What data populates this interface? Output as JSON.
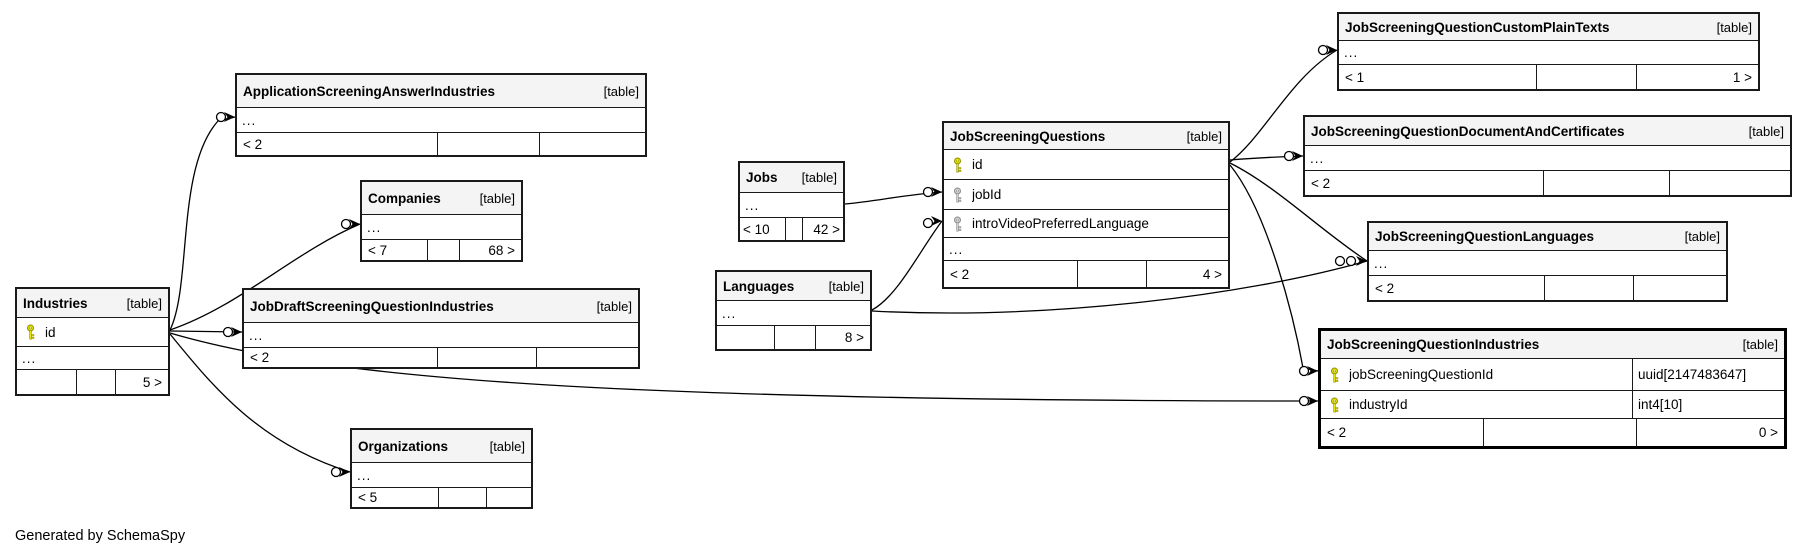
{
  "footer_note": "Generated by SchemaSpy",
  "colors": {
    "primary_key": "#e8e400",
    "primary_key_stroke": "#8f8f00",
    "foreign_key": "#d2d2d2",
    "foreign_key_stroke": "#8a8a8a",
    "header_bg": "#f4f4f4",
    "border": "#1a1a1a"
  },
  "tables": {
    "industries": {
      "name": "Industries",
      "tag": "[table]",
      "ellipsis": "...",
      "columns": [
        {
          "name": "id",
          "key": "primary"
        }
      ],
      "degrees": {
        "left": "",
        "mid": "",
        "right": "5 >"
      }
    },
    "applicationScreeningAnswerIndustries": {
      "name": "ApplicationScreeningAnswerIndustries",
      "tag": "[table]",
      "ellipsis": "...",
      "degrees": {
        "left": "< 2",
        "mid": "",
        "right": ""
      }
    },
    "companies": {
      "name": "Companies",
      "tag": "[table]",
      "ellipsis": "...",
      "degrees": {
        "left": "< 7",
        "mid": "",
        "right": "68 >"
      }
    },
    "jobDraftScreeningQuestionIndustries": {
      "name": "JobDraftScreeningQuestionIndustries",
      "tag": "[table]",
      "ellipsis": "...",
      "degrees": {
        "left": "< 2",
        "mid": "",
        "right": ""
      }
    },
    "organizations": {
      "name": "Organizations",
      "tag": "[table]",
      "ellipsis": "...",
      "degrees": {
        "left": "< 5",
        "mid": "",
        "right": ""
      }
    },
    "jobs": {
      "name": "Jobs",
      "tag": "[table]",
      "ellipsis": "...",
      "degrees": {
        "left": "< 10",
        "mid": "",
        "right": "42 >"
      }
    },
    "languages": {
      "name": "Languages",
      "tag": "[table]",
      "ellipsis": "...",
      "degrees": {
        "left": "",
        "mid": "",
        "right": "8 >"
      }
    },
    "jobScreeningQuestions": {
      "name": "JobScreeningQuestions",
      "tag": "[table]",
      "ellipsis": "...",
      "columns": [
        {
          "name": "id",
          "key": "primary"
        },
        {
          "name": "jobId",
          "key": "foreign"
        },
        {
          "name": "introVideoPreferredLanguage",
          "key": "foreign"
        }
      ],
      "degrees": {
        "left": "< 2",
        "mid": "",
        "right": "4 >"
      }
    },
    "jobScreeningQuestionCustomPlainTexts": {
      "name": "JobScreeningQuestionCustomPlainTexts",
      "tag": "[table]",
      "ellipsis": "...",
      "degrees": {
        "left": "< 1",
        "mid": "",
        "right": "1 >"
      }
    },
    "jobScreeningQuestionDocumentAndCertificates": {
      "name": "JobScreeningQuestionDocumentAndCertificates",
      "tag": "[table]",
      "ellipsis": "...",
      "degrees": {
        "left": "< 2",
        "mid": "",
        "right": ""
      }
    },
    "jobScreeningQuestionLanguages": {
      "name": "JobScreeningQuestionLanguages",
      "tag": "[table]",
      "ellipsis": "...",
      "degrees": {
        "left": "< 2",
        "mid": "",
        "right": ""
      }
    },
    "jobScreeningQuestionIndustries": {
      "name": "JobScreeningQuestionIndustries",
      "tag": "[table]",
      "columns": [
        {
          "name": "jobScreeningQuestionId",
          "type": "uuid[2147483647]",
          "key": "primary"
        },
        {
          "name": "industryId",
          "type": "int4[10]",
          "key": "primary"
        }
      ],
      "degrees": {
        "left": "< 2",
        "mid": "",
        "right": "0 >"
      }
    }
  },
  "relationships": [
    {
      "from": "Industries.id",
      "to": "ApplicationScreeningAnswerIndustries"
    },
    {
      "from": "Industries.id",
      "to": "Companies"
    },
    {
      "from": "Industries.id",
      "to": "JobDraftScreeningQuestionIndustries"
    },
    {
      "from": "Industries.id",
      "to": "Organizations"
    },
    {
      "from": "Industries.id",
      "to": "JobScreeningQuestionIndustries.industryId"
    },
    {
      "from": "Jobs",
      "to": "JobScreeningQuestions.jobId"
    },
    {
      "from": "Languages",
      "to": "JobScreeningQuestions.introVideoPreferredLanguage"
    },
    {
      "from": "Languages",
      "to": "JobScreeningQuestionLanguages"
    },
    {
      "from": "JobScreeningQuestions.id",
      "to": "JobScreeningQuestionCustomPlainTexts"
    },
    {
      "from": "JobScreeningQuestions.id",
      "to": "JobScreeningQuestionDocumentAndCertificates"
    },
    {
      "from": "JobScreeningQuestions.id",
      "to": "JobScreeningQuestionLanguages"
    },
    {
      "from": "JobScreeningQuestions.id",
      "to": "JobScreeningQuestionIndustries.jobScreeningQuestionId"
    }
  ]
}
